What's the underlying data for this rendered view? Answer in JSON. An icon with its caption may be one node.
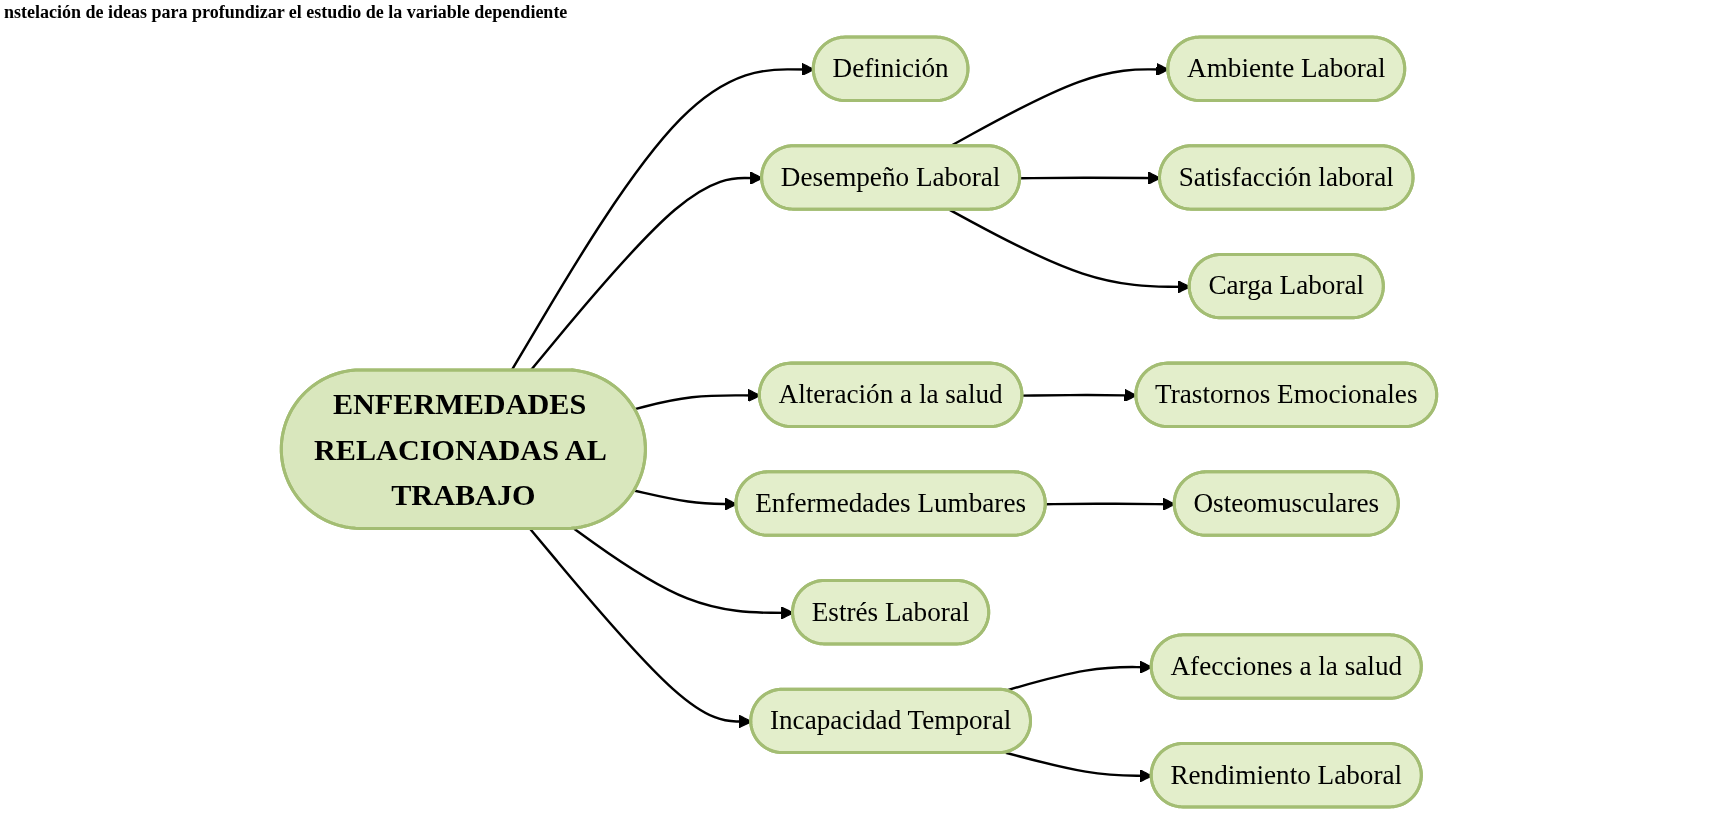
{
  "diagram": {
    "title": "nstelación de ideas para profundizar el estudio de la variable dependiente",
    "nodes": [
      {
        "text": [
          "ENFERMEDADES RELACIONADAS AL TRABAJO"
        ]
      },
      {
        "text": [
          "Definición"
        ]
      },
      {
        "text": [
          "Desempeño Laboral"
        ]
      },
      {
        "text": [
          "Ambiente Laboral"
        ]
      },
      {
        "text": [
          "Satisfacción laboral"
        ]
      },
      {
        "text": [
          "Carga Laboral"
        ]
      },
      {
        "text": [
          "Alteración a la salud"
        ]
      },
      {
        "text": [
          "Trastornos Emocionales"
        ]
      },
      {
        "text": [
          "Enfermedades Lumbares"
        ]
      },
      {
        "text": [
          "Osteomusculares"
        ]
      },
      {
        "text": [
          "Estrés Laboral"
        ]
      },
      {
        "text": [
          "Incapacidad Temporal"
        ]
      },
      {
        "text": [
          "Afecciones a la salud"
        ]
      },
      {
        "text": [
          "Rendimiento Laboral"
        ]
      }
    ],
    "edges": [
      {
        "from": 0,
        "to": 1,
        "arrow": "to"
      },
      {
        "from": 0,
        "to": 2,
        "arrow": "to"
      },
      {
        "from": 2,
        "to": 3,
        "arrow": "to"
      },
      {
        "from": 2,
        "to": 4,
        "arrow": "to"
      },
      {
        "from": 2,
        "to": 5,
        "arrow": "to"
      },
      {
        "from": 0,
        "to": 6,
        "arrow": "to"
      },
      {
        "from": 6,
        "to": 7,
        "arrow": "to"
      },
      {
        "from": 0,
        "to": 8,
        "arrow": "to"
      },
      {
        "from": 8,
        "to": 9,
        "arrow": "to"
      },
      {
        "from": 0,
        "to": 10,
        "arrow": "to"
      },
      {
        "from": 0,
        "to": 11,
        "arrow": "to"
      },
      {
        "from": 11,
        "to": 12,
        "arrow": "to"
      },
      {
        "from": 11,
        "to": 13,
        "arrow": "to"
      }
    ]
  }
}
